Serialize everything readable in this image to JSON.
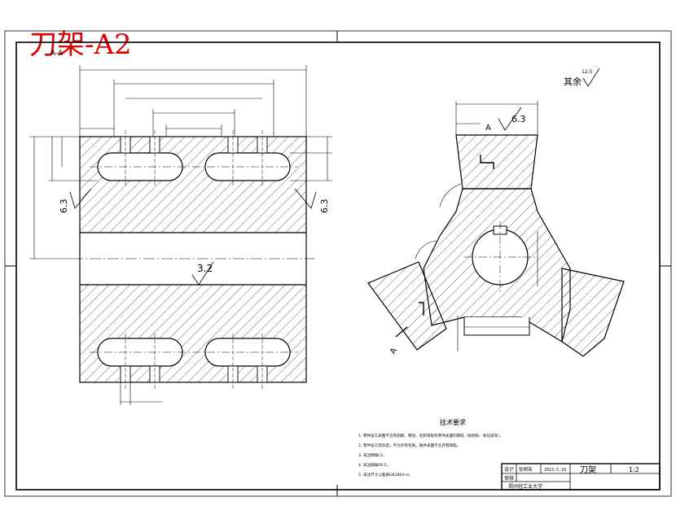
{
  "title_overlay": "刀架-A2",
  "section_label": "A-A",
  "surface_other": "其余",
  "roughness": {
    "other_value": "12.5",
    "left_side": "6.3",
    "right_side": "6.3",
    "bore": "3.2",
    "top_right_view": "6.3"
  },
  "section_marks": {
    "a_top": "A",
    "a_bottom": "A"
  },
  "tech_requirements": {
    "heading": "技术要求",
    "items": [
      "1. 零件加工表面不应有划痕、擦伤、毛刺等损伤零件表面的缺陷（如划伤、氧化皮等）。",
      "2. 零件加工完毕后，不允许有毛刺。铸件表面不允许有缺陷。",
      "3. 未注倒角C1。",
      "4. 未注圆角R0.5。",
      "5. 未注尺寸公差按GB1804-m。"
    ]
  },
  "title_block": {
    "designer_label": "设计",
    "checker_label": "审核",
    "designer_name": "张明亮",
    "date": "2013.5.10",
    "part_name": "刀架",
    "scale": "1:2",
    "school": "郑州轻工业大学"
  }
}
